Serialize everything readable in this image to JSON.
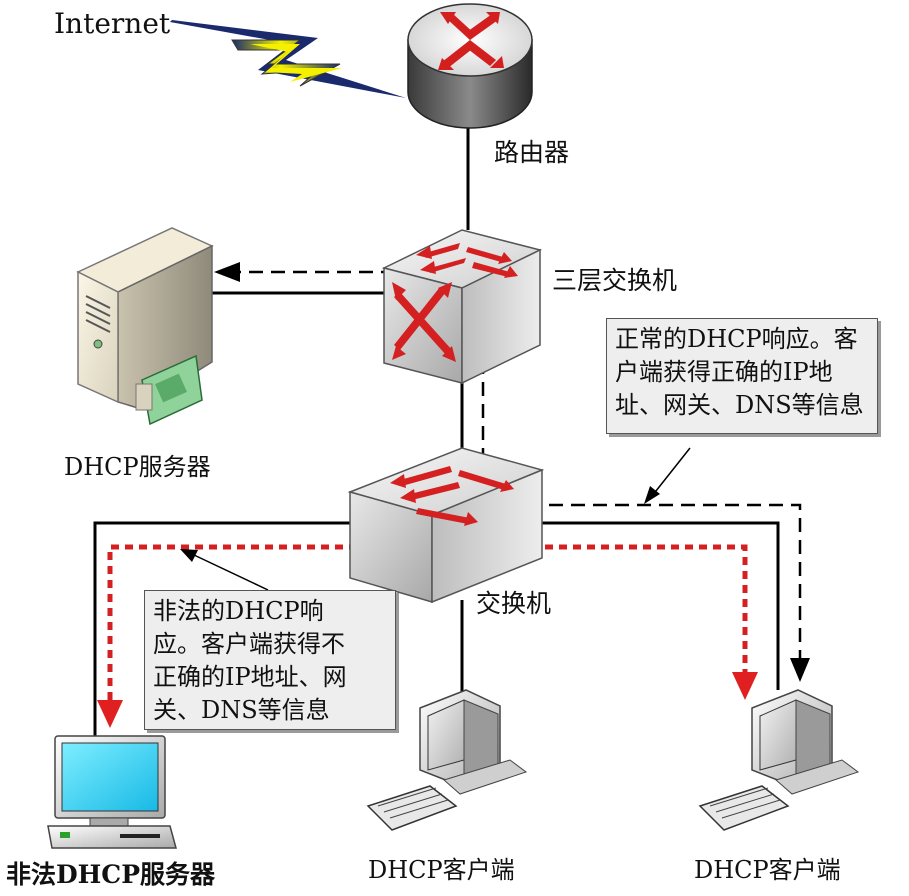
{
  "labels": {
    "internet": "Internet",
    "router": "路由器",
    "l3_switch": "三层交换机",
    "dhcp_server": "DHCP服务器",
    "switch": "交换机",
    "rogue_server": "非法DHCP服务器",
    "client_middle": "DHCP客户端",
    "client_right": "DHCP客户端"
  },
  "notes": {
    "normal": "正常的DHCP响应。客\n户端获得正确的IP地\n址、网关、DNS等信息",
    "illegal": "非法的DHCP响\n应。客户端获得不\n正确的IP地址、网\n关、DNS等信息"
  },
  "colors": {
    "rogue_path": "#d42020",
    "normal_path": "#000000",
    "note_bg": "#eeeeee",
    "arrow_red": "#e02020",
    "monitor_screen": "#2fd0f0"
  }
}
